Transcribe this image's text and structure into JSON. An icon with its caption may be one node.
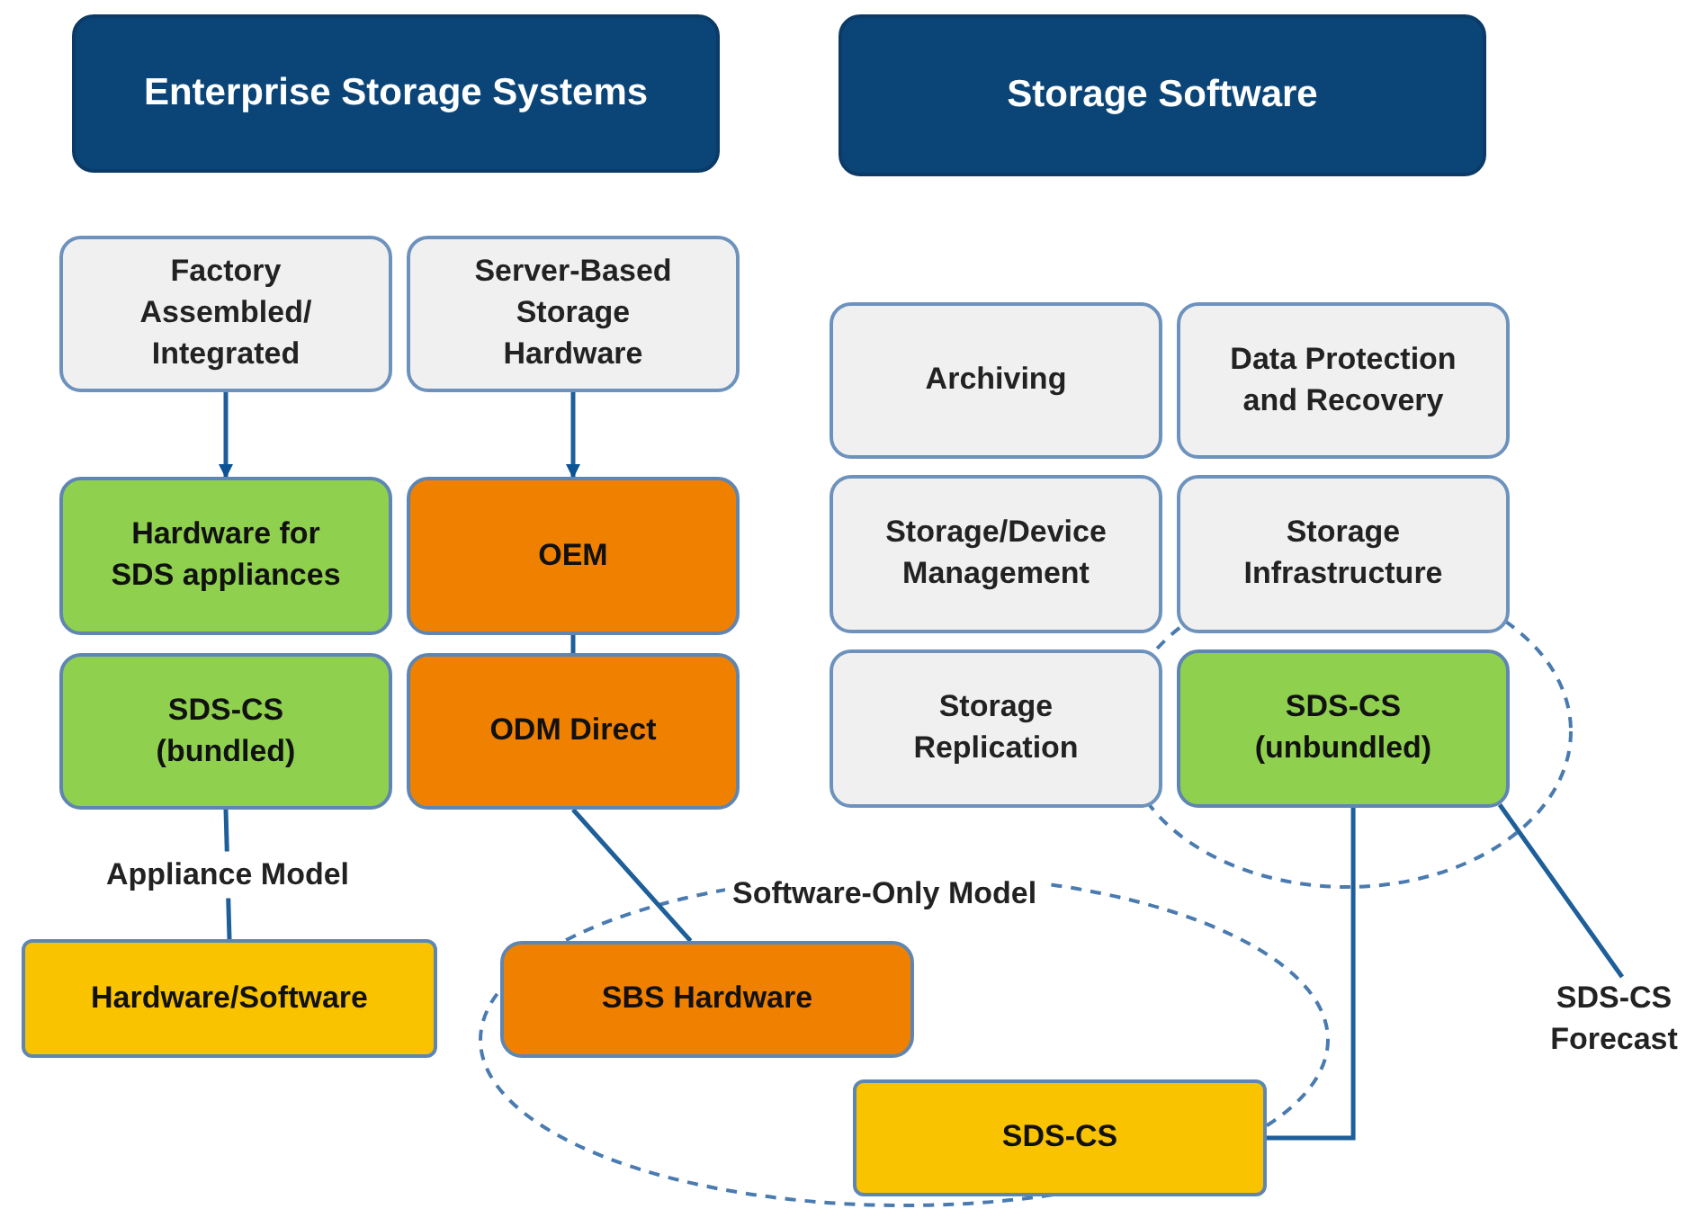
{
  "diagram": {
    "nodes": [
      {
        "text": [
          "Enterprise Storage Systems"
        ]
      },
      {
        "text": [
          "Storage Software"
        ]
      },
      {
        "text": [
          "Factory Assembled/ Integrated"
        ]
      },
      {
        "text": [
          "Server-Based Storage Hardware"
        ]
      },
      {
        "text": [
          "Hardware for SDS appliances"
        ]
      },
      {
        "text": [
          "OEM"
        ]
      },
      {
        "text": [
          "SDS-CS (bundled)"
        ]
      },
      {
        "text": [
          "ODM Direct"
        ]
      },
      {
        "text": [
          "Hardware/Software"
        ]
      },
      {
        "text": [
          "SBS Hardware"
        ]
      },
      {
        "text": [
          "SDS-CS"
        ]
      },
      {
        "text": [
          "Archiving"
        ]
      },
      {
        "text": [
          "Data Protection and Recovery"
        ]
      },
      {
        "text": [
          "Storage/Device Management"
        ]
      },
      {
        "text": [
          "Storage Infrastructure"
        ]
      },
      {
        "text": [
          "Storage Replication"
        ]
      },
      {
        "text": [
          "SDS-CS (unbundled)"
        ]
      },
      {
        "text": [
          "SDS-CS Forecast"
        ]
      }
    ],
    "labels": [
      "Software-Only Model"
    ],
    "edges": [
      {
        "from": 2,
        "to": 4,
        "arrow": "to"
      },
      {
        "from": 3,
        "to": 5,
        "arrow": "to"
      },
      {
        "from": 5,
        "to": 7,
        "arrow": "none"
      },
      {
        "from": 6,
        "to": 8,
        "arrow": "none",
        "label": "Appliance Model"
      },
      {
        "from": 7,
        "to": 9,
        "arrow": "none"
      },
      {
        "from": 16,
        "to": 10,
        "arrow": "none"
      },
      {
        "from": 16,
        "to": 17,
        "arrow": "none"
      }
    ]
  }
}
